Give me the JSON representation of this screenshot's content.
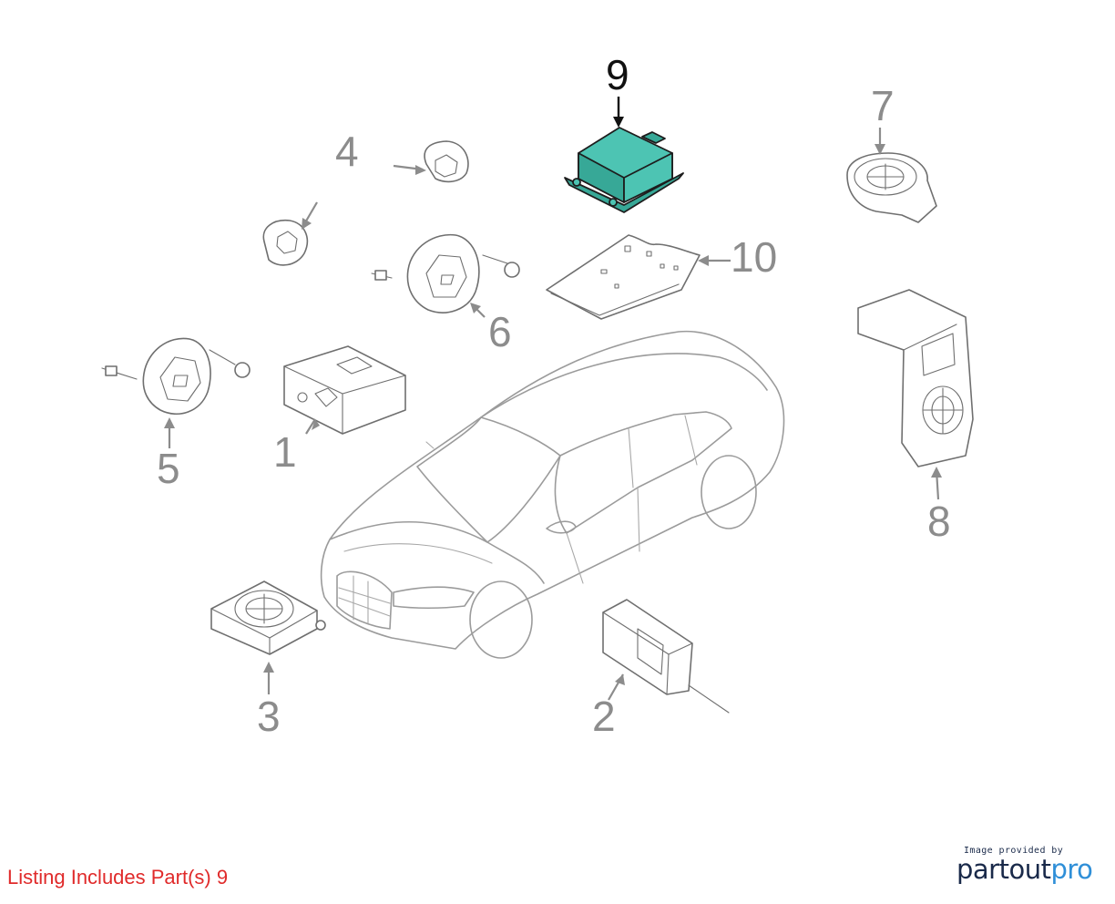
{
  "diagram": {
    "callouts": [
      {
        "label": "1"
      },
      {
        "label": "2"
      },
      {
        "label": "3"
      },
      {
        "label": "4"
      },
      {
        "label": "5"
      },
      {
        "label": "6"
      },
      {
        "label": "7"
      },
      {
        "label": "8"
      },
      {
        "label": "9"
      },
      {
        "label": "10"
      }
    ],
    "highlighted_part": "9",
    "highlight_color": "#4dc4b3"
  },
  "footer": {
    "listing_note": "Listing Includes Part(s) 9",
    "listing_note_color": "#e02a2a"
  },
  "brand": {
    "caption": "Image provided by",
    "name_part1": "partout",
    "name_part2": "pro"
  }
}
